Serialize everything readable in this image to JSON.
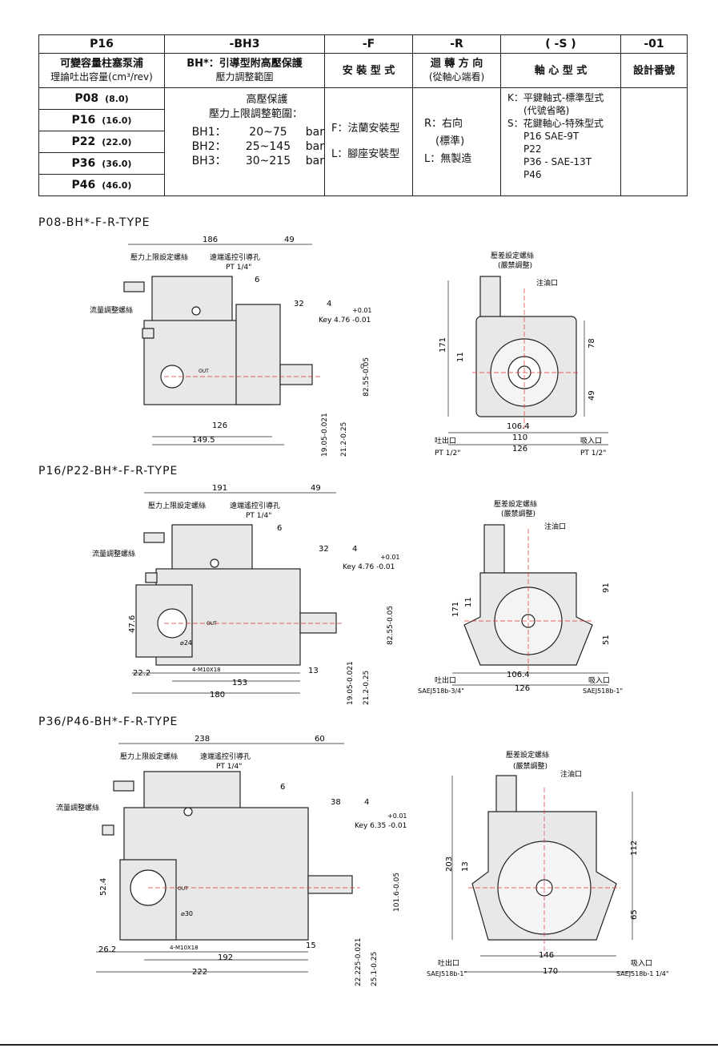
{
  "table": {
    "headers": [
      "P16",
      "-BH3",
      "-F",
      "-R",
      "( -S )",
      "-01"
    ],
    "sub_headers": {
      "col1_line1": "可變容量柱塞泵浦",
      "col1_line2": "理論吐出容量(cm³/rev)",
      "col2_line1": "BH*：引導型附高壓保護",
      "col2_line2": "壓力調整範圍",
      "col3": "安 裝 型 式",
      "col4_line1": "迴 轉 方 向",
      "col4_line2": "(從軸心端看)",
      "col5": "軸 心 型 式",
      "col6": "設計番號"
    },
    "models": [
      {
        "name": "P08",
        "capacity": "(8.0)"
      },
      {
        "name": "P16",
        "capacity": "(16.0)"
      },
      {
        "name": "P22",
        "capacity": "(22.0)"
      },
      {
        "name": "P36",
        "capacity": "(36.0)"
      },
      {
        "name": "P46",
        "capacity": "(46.0)"
      }
    ],
    "bh": {
      "title": "高壓保護",
      "range_label": "壓力上限調整範圍：",
      "rows": [
        {
          "code": "BH1：",
          "range": "20~75",
          "unit": "bar"
        },
        {
          "code": "BH2：",
          "range": "25~145",
          "unit": "bar"
        },
        {
          "code": "BH3：",
          "range": "30~215",
          "unit": "bar"
        }
      ]
    },
    "mounting": [
      "F：法蘭安裝型",
      "L：腳座安裝型"
    ],
    "rotation": [
      "R：右向",
      "(標準)",
      "L：無製造"
    ],
    "shaft": [
      "K：平鍵軸式-標準型式",
      "(代號省略)",
      "S：花鍵軸心-特殊型式",
      "P16 SAE-9T",
      "P22",
      "P36 -  SAE-13T",
      "P46"
    ]
  },
  "sections": [
    {
      "title": "P08-BH*-F-R-TYPE",
      "side": {
        "labels": [
          "壓力上限設定螺絲",
          "遠端遙控引導孔",
          "PT 1/4\"",
          "流量調整螺絲",
          "OUT"
        ],
        "dims": [
          "186",
          "49",
          "6",
          "32",
          "4",
          "+0.01",
          "Key 4.76 -0.01",
          "0",
          "82.55-0.05",
          "126",
          "149.5",
          "19.05-0.021",
          "21.2-0.25"
        ]
      },
      "front": {
        "labels": [
          "壓差設定螺絲",
          "(嚴禁調整)",
          "注油口",
          "吐出口",
          "PT 1/2\"",
          "吸入口",
          "PT 1/2\""
        ],
        "dims": [
          "171",
          "11",
          "78",
          "49",
          "106.4",
          "110",
          "126"
        ]
      }
    },
    {
      "title": "P16/P22-BH*-F-R-TYPE",
      "side": {
        "labels": [
          "壓力上限設定螺絲",
          "遠端遙控引導孔",
          "PT 1/4\"",
          "流量調整螺絲",
          "OUT",
          "4-M10X18",
          "⌀24"
        ],
        "dims": [
          "191",
          "49",
          "6",
          "32",
          "4",
          "+0.01",
          "Key 4.76 -0.01",
          "47.6",
          "82.55-0.05",
          "22.2",
          "153",
          "13",
          "180",
          "19.05-0.021",
          "21.2-0.25"
        ]
      },
      "front": {
        "labels": [
          "壓差設定螺絲",
          "(嚴禁調整)",
          "注油口",
          "吐出口",
          "SAEJ518b-3/4\"",
          "吸入口",
          "SAEJ518b-1\""
        ],
        "dims": [
          "171",
          "11",
          "91",
          "51",
          "106.4",
          "126"
        ]
      }
    },
    {
      "title": "P36/P46-BH*-F-R-TYPE",
      "side": {
        "labels": [
          "壓力上限設定螺絲",
          "遠端遙控引導孔",
          "PT 1/4\"",
          "流量調整螺絲",
          "OUT",
          "4-M10X18",
          "⌀30"
        ],
        "dims": [
          "238",
          "60",
          "6",
          "38",
          "4",
          "+0.01",
          "Key 6.35 -0.01",
          "52.4",
          "101.6-0.05",
          "26.2",
          "192",
          "15",
          "222",
          "22.225-0.021",
          "25.1-0.25"
        ]
      },
      "front": {
        "labels": [
          "壓差設定螺絲",
          "(嚴禁調整)",
          "注油口",
          "吐出口",
          "SAEJ518b-1\"",
          "吸入口",
          "SAEJ518b-1 1/4\""
        ],
        "dims": [
          "203",
          "13",
          "112",
          "65",
          "146",
          "170"
        ]
      }
    }
  ]
}
